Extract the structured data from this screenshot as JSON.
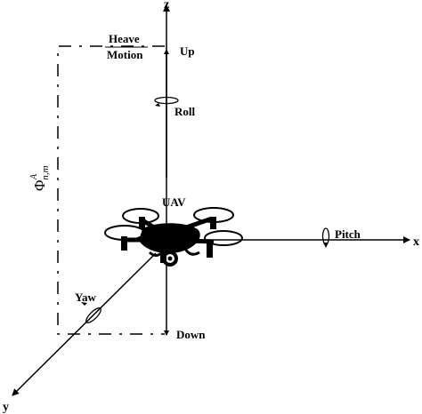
{
  "axes": {
    "x_label": "x",
    "y_label": "y",
    "z_label": "z"
  },
  "heave": {
    "line1": "Heave",
    "line2": "Motion",
    "up_label": "Up",
    "down_label": "Down"
  },
  "rotations": {
    "roll_label": "Roll",
    "pitch_label": "Pitch",
    "yaw_label": "Yaw"
  },
  "vehicle": {
    "label": "UAV",
    "icon": "quadcopter-drone-icon"
  },
  "phi": {
    "symbol": "Φ",
    "superscript": "A",
    "subscript": "n,m"
  }
}
